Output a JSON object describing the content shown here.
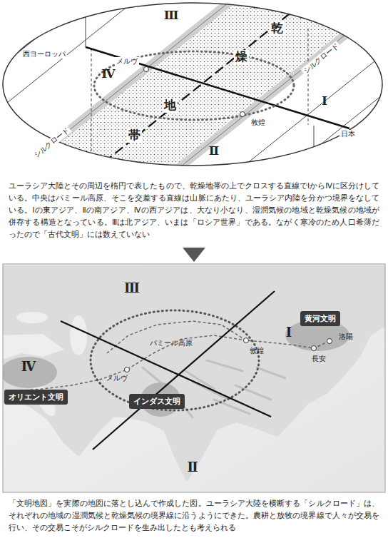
{
  "diagram": {
    "caption": "ユーラシア大陸とその周辺を楕円で表したもので、乾燥地帯の上でクロスする直線でⅠからⅣに区分けしている。中央はパミール高原、そこを交差する直線は山脈にあたり、ユーラシア内陸を分かつ境界をなしている。Ⅰの東アジア、Ⅱの南アジア、Ⅳの西アジアは、大なり小なり、湿潤気候の地域と乾燥気候の地域が併存する構造となっている。Ⅲは北アジア、いまは「ロシア世界」である。ながく寒冷のため人口希薄だったので「古代文明」には数えていない",
    "nodes": [
      {
        "text": [
          "黄河文明"
        ]
      },
      {
        "text": [
          "オリエント文明"
        ]
      },
      {
        "text": [
          "インダス文明"
        ]
      }
    ],
    "labels": [
      "Ⅲ",
      "乾",
      "西ヨーロッパ",
      "Ⅳ",
      "メルヴ",
      "燥",
      "シルクロード",
      "地",
      "敦煌",
      "Ⅰ",
      "シルクロード",
      "日本",
      "帯",
      "Ⅱ",
      "Ⅲ",
      "Ⅰ",
      "洛陽",
      "パミール高原",
      "敦煌",
      "長安",
      "Ⅳ",
      "メルヴ",
      "Ⅱ",
      "「文明地図」を実際の地図に落とし込んで作成した図。ユーラシア大陸を横断する「シルクロード」は、それぞれの地域の湿潤気候と乾燥気候の境界線に沿うようにできた。農耕と放牧の境界線で人々が交易を行い、その交易こそがシルクロードを生み出したとも考えられる"
    ]
  }
}
